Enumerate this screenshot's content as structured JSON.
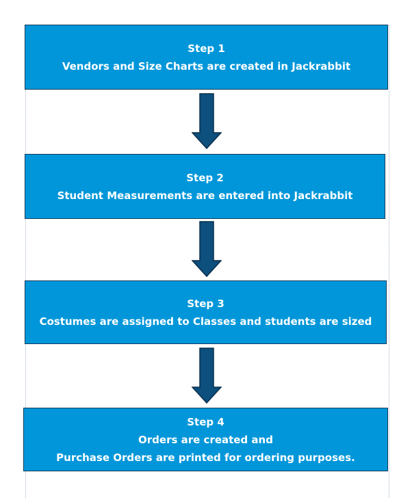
{
  "steps": [
    {
      "title": "Step 1",
      "lines": [
        "Vendors and Size Charts are created in Jackrabbit"
      ]
    },
    {
      "title": "Step 2",
      "lines": [
        "Student Measurements are entered into Jackrabbit"
      ]
    },
    {
      "title": "Step 3",
      "lines": [
        "Costumes are assigned to Classes and students are sized"
      ]
    },
    {
      "title": "Step 4",
      "lines": [
        "Orders are created and",
        "Purchase Orders are printed for ordering purposes."
      ]
    }
  ],
  "colors": {
    "box_fill": "#0096d9",
    "box_border": "#0a3a5c",
    "arrow_fill": "#0d4f7d",
    "arrow_stroke": "#0a2e4a",
    "text": "#ffffff"
  },
  "icons": [
    "arrow-down-icon"
  ]
}
